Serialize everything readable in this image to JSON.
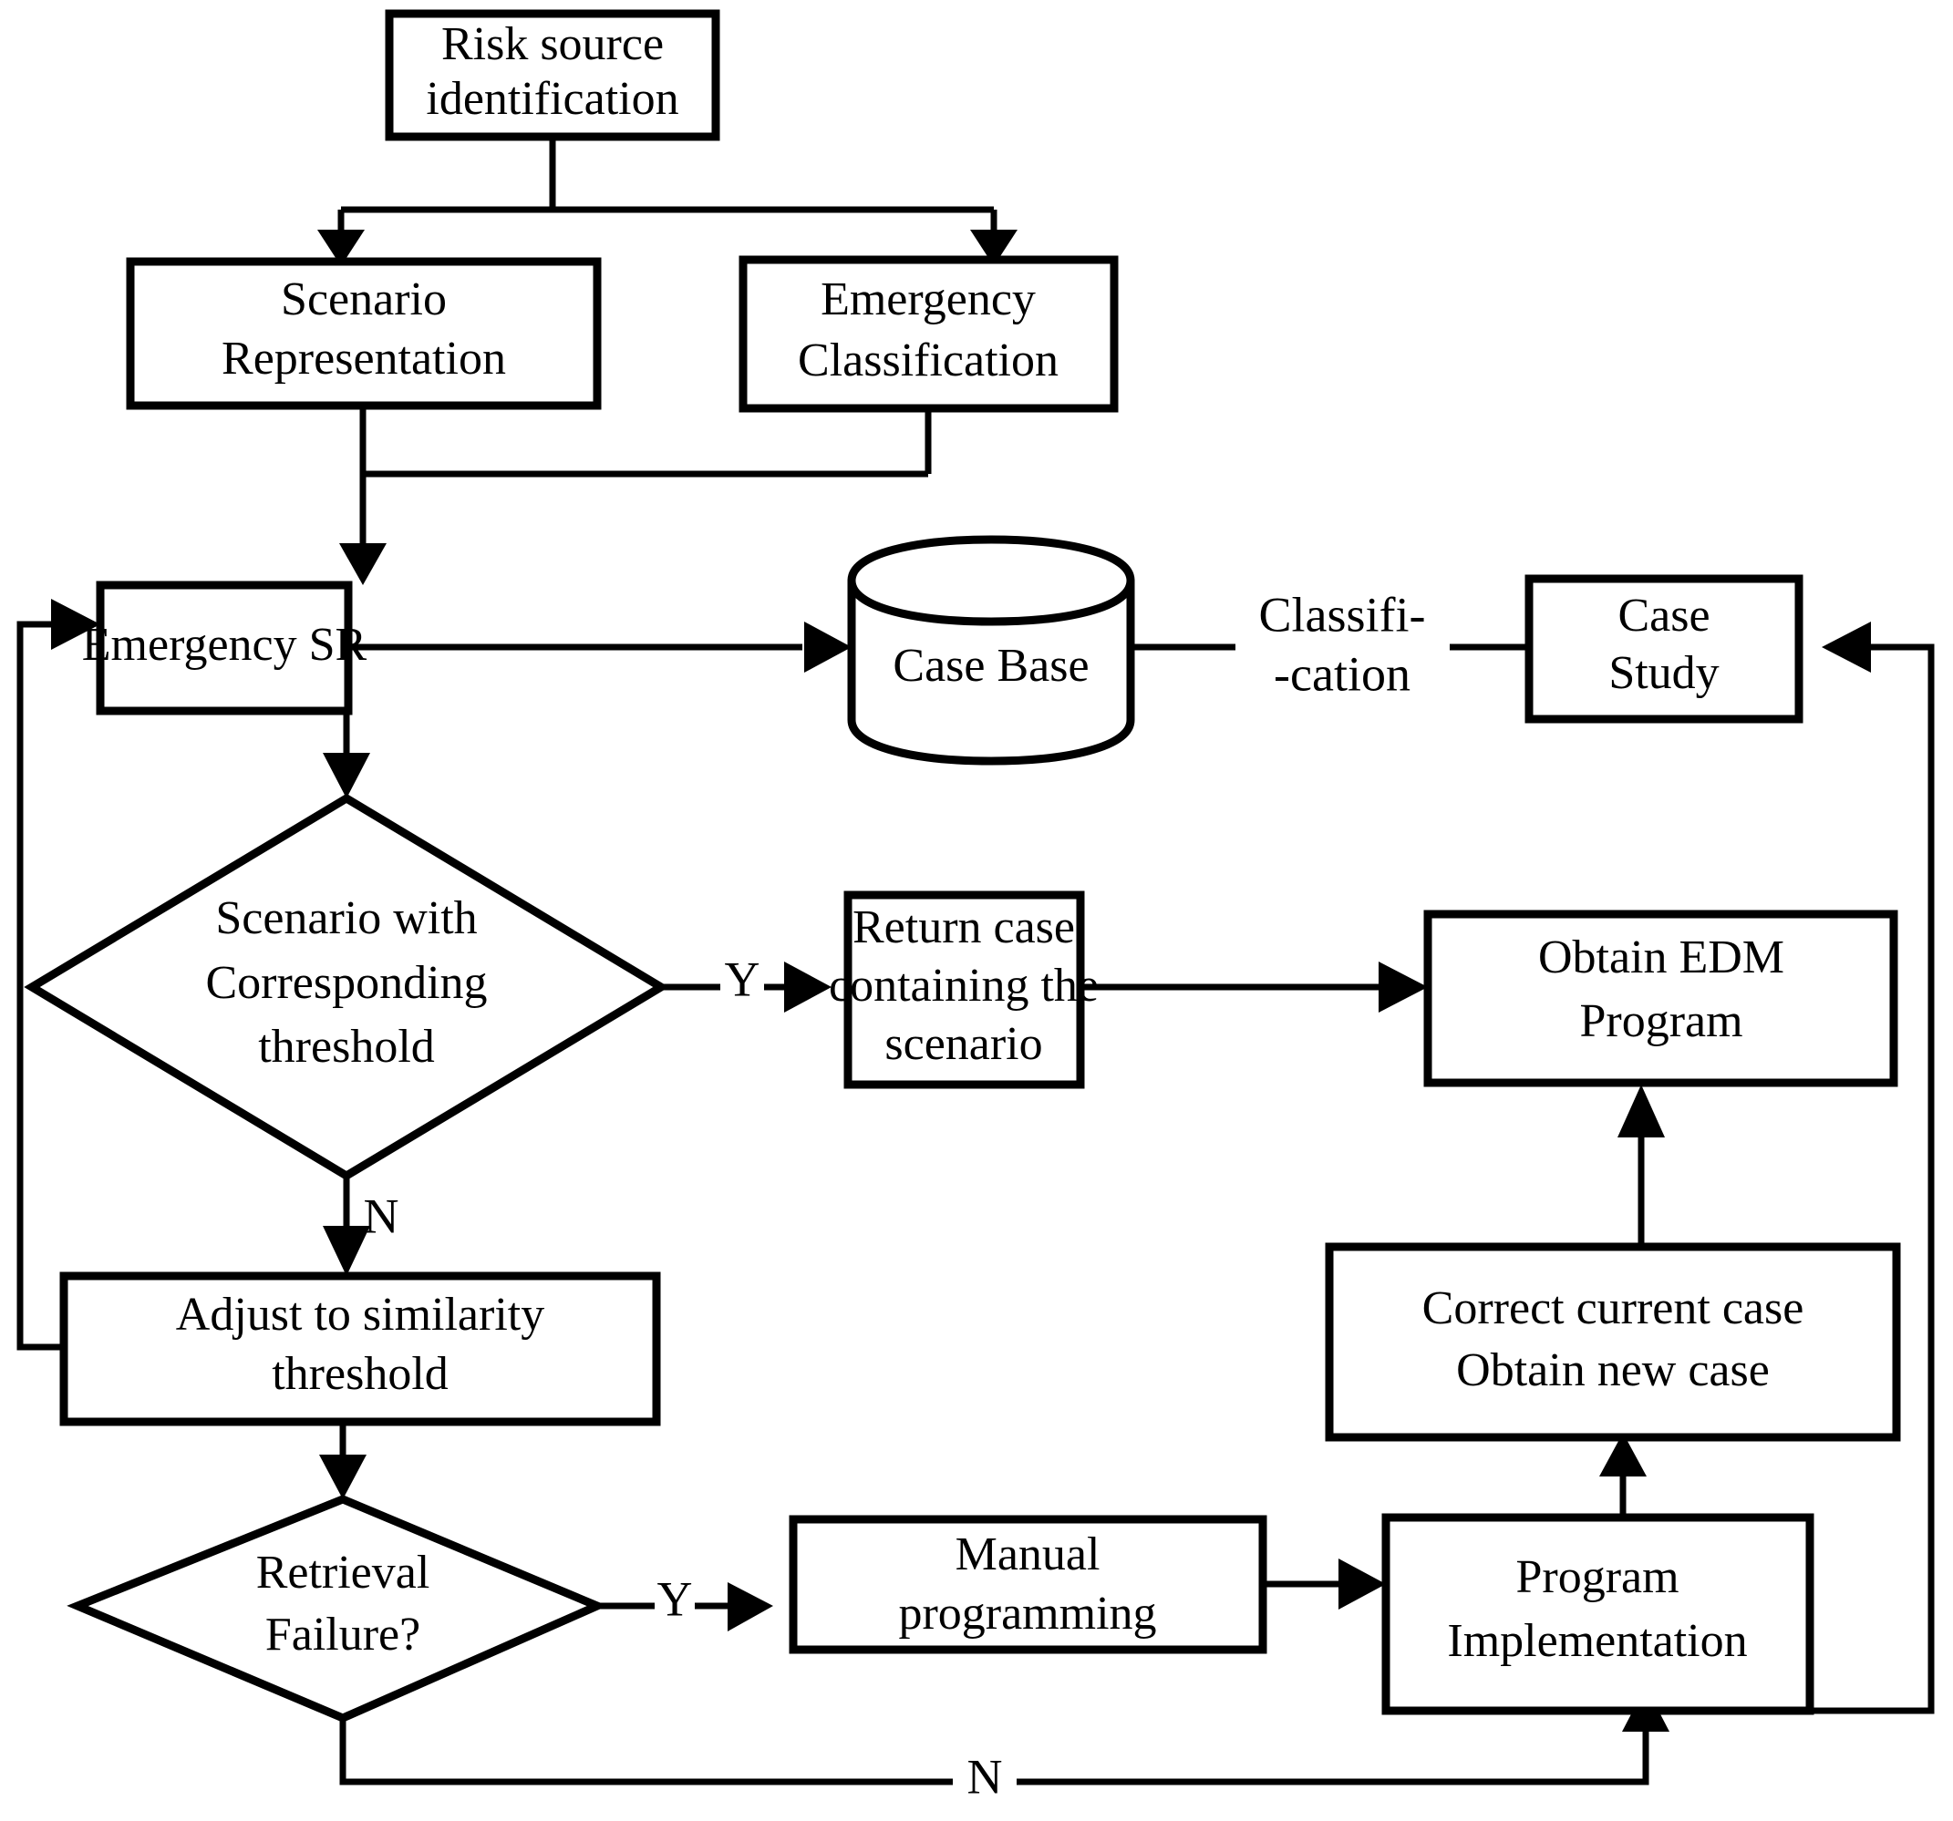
{
  "diagram": {
    "title": "Emergency Decision Making Case-Based Reasoning Flowchart",
    "background_color": "#ffffff",
    "line_color": "#000000",
    "nodes": {
      "risk_source": {
        "line1": "Risk source",
        "line2": "identification",
        "shape": "rectangle"
      },
      "scenario_representation": {
        "line1": "Scenario",
        "line2": "Representation",
        "shape": "rectangle"
      },
      "emergency_classification": {
        "line1": "Emergency",
        "line2": "Classification",
        "shape": "rectangle"
      },
      "emergency_sr": {
        "line1": "Emergency SR",
        "shape": "rectangle"
      },
      "case_base": {
        "line1": "Case Base",
        "shape": "cylinder"
      },
      "case_study": {
        "line1": "Case",
        "line2": "Study",
        "shape": "rectangle"
      },
      "scenario_threshold": {
        "line1": "Scenario with",
        "line2": "Corresponding",
        "line3": "threshold",
        "shape": "diamond"
      },
      "return_case": {
        "line1": "Return case",
        "line2": "containing the",
        "line3": "scenario",
        "shape": "rectangle"
      },
      "obtain_edm": {
        "line1": "Obtain EDM",
        "line2": "Program",
        "shape": "rectangle"
      },
      "adjust_threshold": {
        "line1": "Adjust to similarity",
        "line2": "threshold",
        "shape": "rectangle"
      },
      "correct_case": {
        "line1": "Correct current case",
        "line2": "Obtain new case",
        "shape": "rectangle"
      },
      "retrieval_failure": {
        "line1": "Retrieval",
        "line2": "Failure?",
        "shape": "diamond"
      },
      "manual_programming": {
        "line1": "Manual",
        "line2": "programming",
        "shape": "rectangle"
      },
      "program_implementation": {
        "line1": "Program",
        "line2": "Implementation",
        "shape": "rectangle"
      }
    },
    "edge_labels": {
      "classification": {
        "line1": "Classifi-",
        "line2": "-cation"
      },
      "threshold_yes": "Y",
      "threshold_no": "N",
      "retrieval_yes": "Y",
      "retrieval_no": "N"
    }
  }
}
